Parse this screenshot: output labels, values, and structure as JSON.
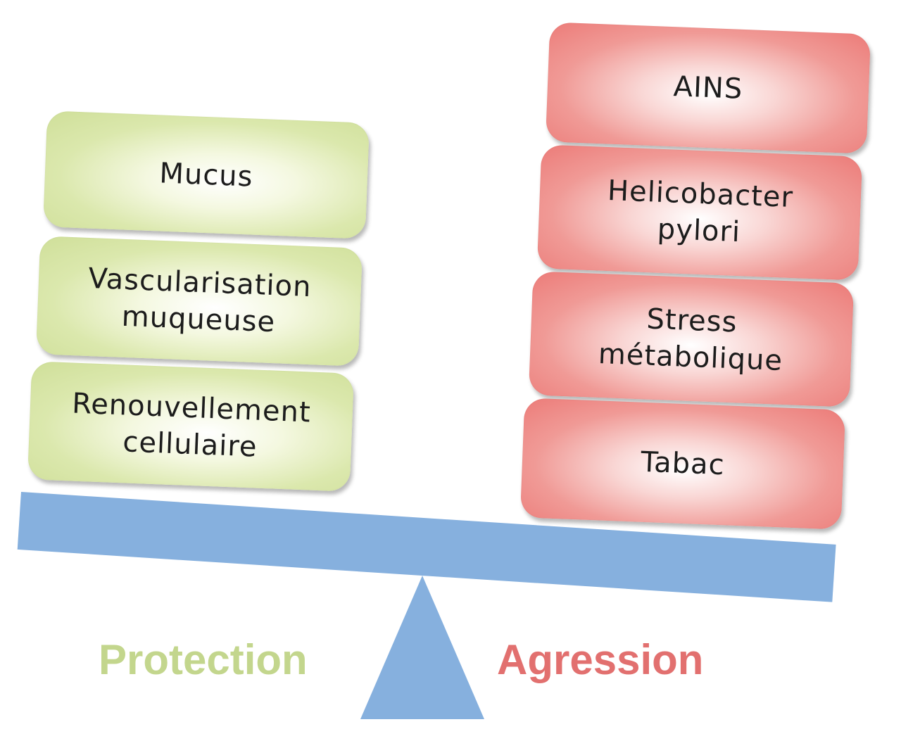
{
  "protection": {
    "label": "Protection",
    "color": "#c3d68d",
    "items": [
      "Mucus",
      "Vascularisation\nmuqueuse",
      "Renouvellement\ncellulaire"
    ]
  },
  "agression": {
    "label": "Agression",
    "color": "#e2706f",
    "items": [
      "AINS",
      "Helicobacter\npylori",
      "Stress\nmétabolique",
      "Tabac"
    ]
  },
  "balance": {
    "beam_color": "#86b0de",
    "fulcrum_color": "#86b0de"
  }
}
